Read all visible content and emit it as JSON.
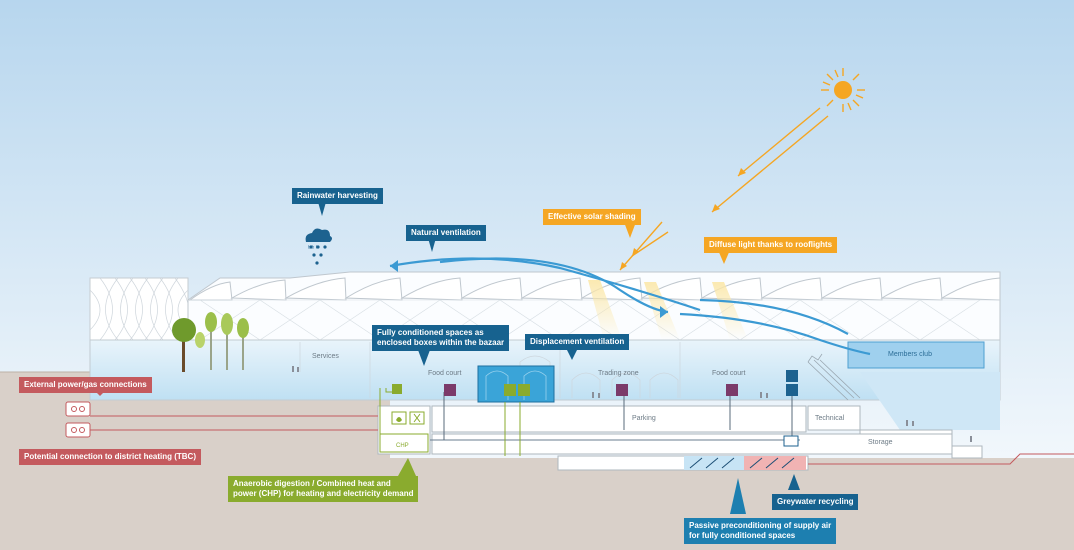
{
  "labels": {
    "rainwater": "Rainwater harvesting",
    "natural_ventilation": "Natural ventilation",
    "solar_shading": "Effective solar shading",
    "diffuse_light": "Diffuse light thanks to rooflights",
    "conditioned_spaces_line1": "Fully conditioned spaces as",
    "conditioned_spaces_line2": "enclosed boxes within the bazaar",
    "displacement_ventilation": "Displacement ventilation",
    "external_power": "External power/gas connections",
    "district_heating": "Potential connection to district heating (TBC)",
    "anaerobic_line1": "Anaerobic digestion / Combined heat and",
    "anaerobic_line2": "power (CHP) for heating and electricity demand",
    "greywater": "Greywater recycling",
    "passive_line1": "Passive preconditioning of supply air",
    "passive_line2": "for fully conditioned spaces"
  },
  "zones": {
    "services": "Services",
    "food_court_1": "Food court",
    "trading_zone": "Trading zone",
    "food_court_2": "Food court",
    "members_club": "Members club",
    "parking": "Parking",
    "technical": "Technical",
    "storage": "Storage"
  },
  "colors": {
    "sky_top": "#b7d6ee",
    "sky_bottom": "#f3f8fc",
    "ground": "#d9d0c9",
    "blue_label": "#17628f",
    "orange_label": "#f5a623",
    "green_label": "#8aab2e",
    "red_label": "#c45a5e",
    "sun": "#f5a623",
    "airflow": "#3b9ad3"
  },
  "icons": [
    "sun-icon",
    "rain-cloud-icon",
    "tree-icon",
    "fan-icon",
    "flame-icon",
    "water-drop-icon",
    "leaf-icon",
    "plug-icon"
  ]
}
